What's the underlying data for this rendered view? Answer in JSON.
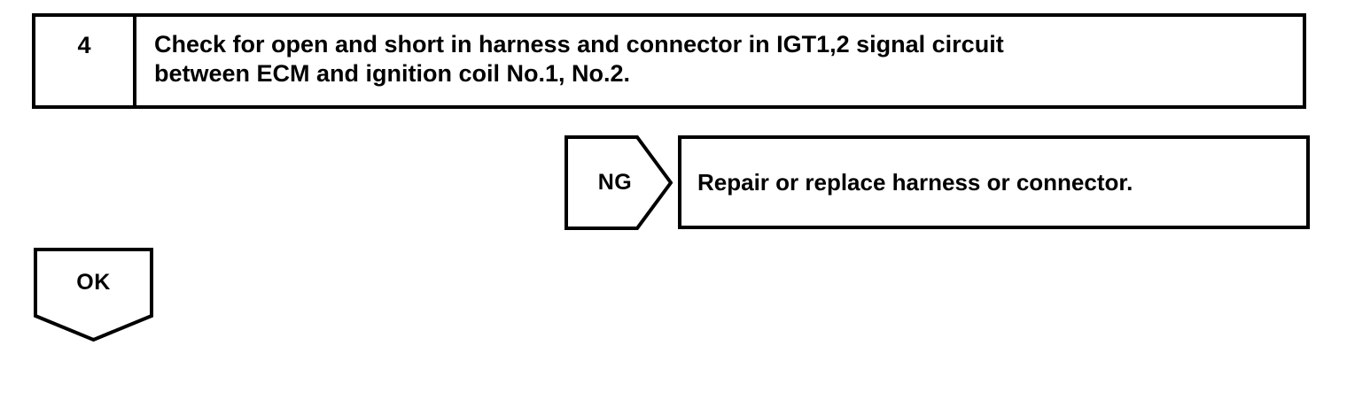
{
  "page": {
    "background": "#ffffff",
    "ink_color": "#000000"
  },
  "flowchart": {
    "step": {
      "number": "4",
      "instruction_lines": [
        "Check for open and short in harness and connector in IGT1,2 signal circuit",
        "between ECM and ignition coil No.1, No.2."
      ]
    },
    "ng_branch": {
      "label": "NG",
      "action": "Repair or replace harness or connector."
    },
    "ok_branch": {
      "label": "OK"
    }
  }
}
